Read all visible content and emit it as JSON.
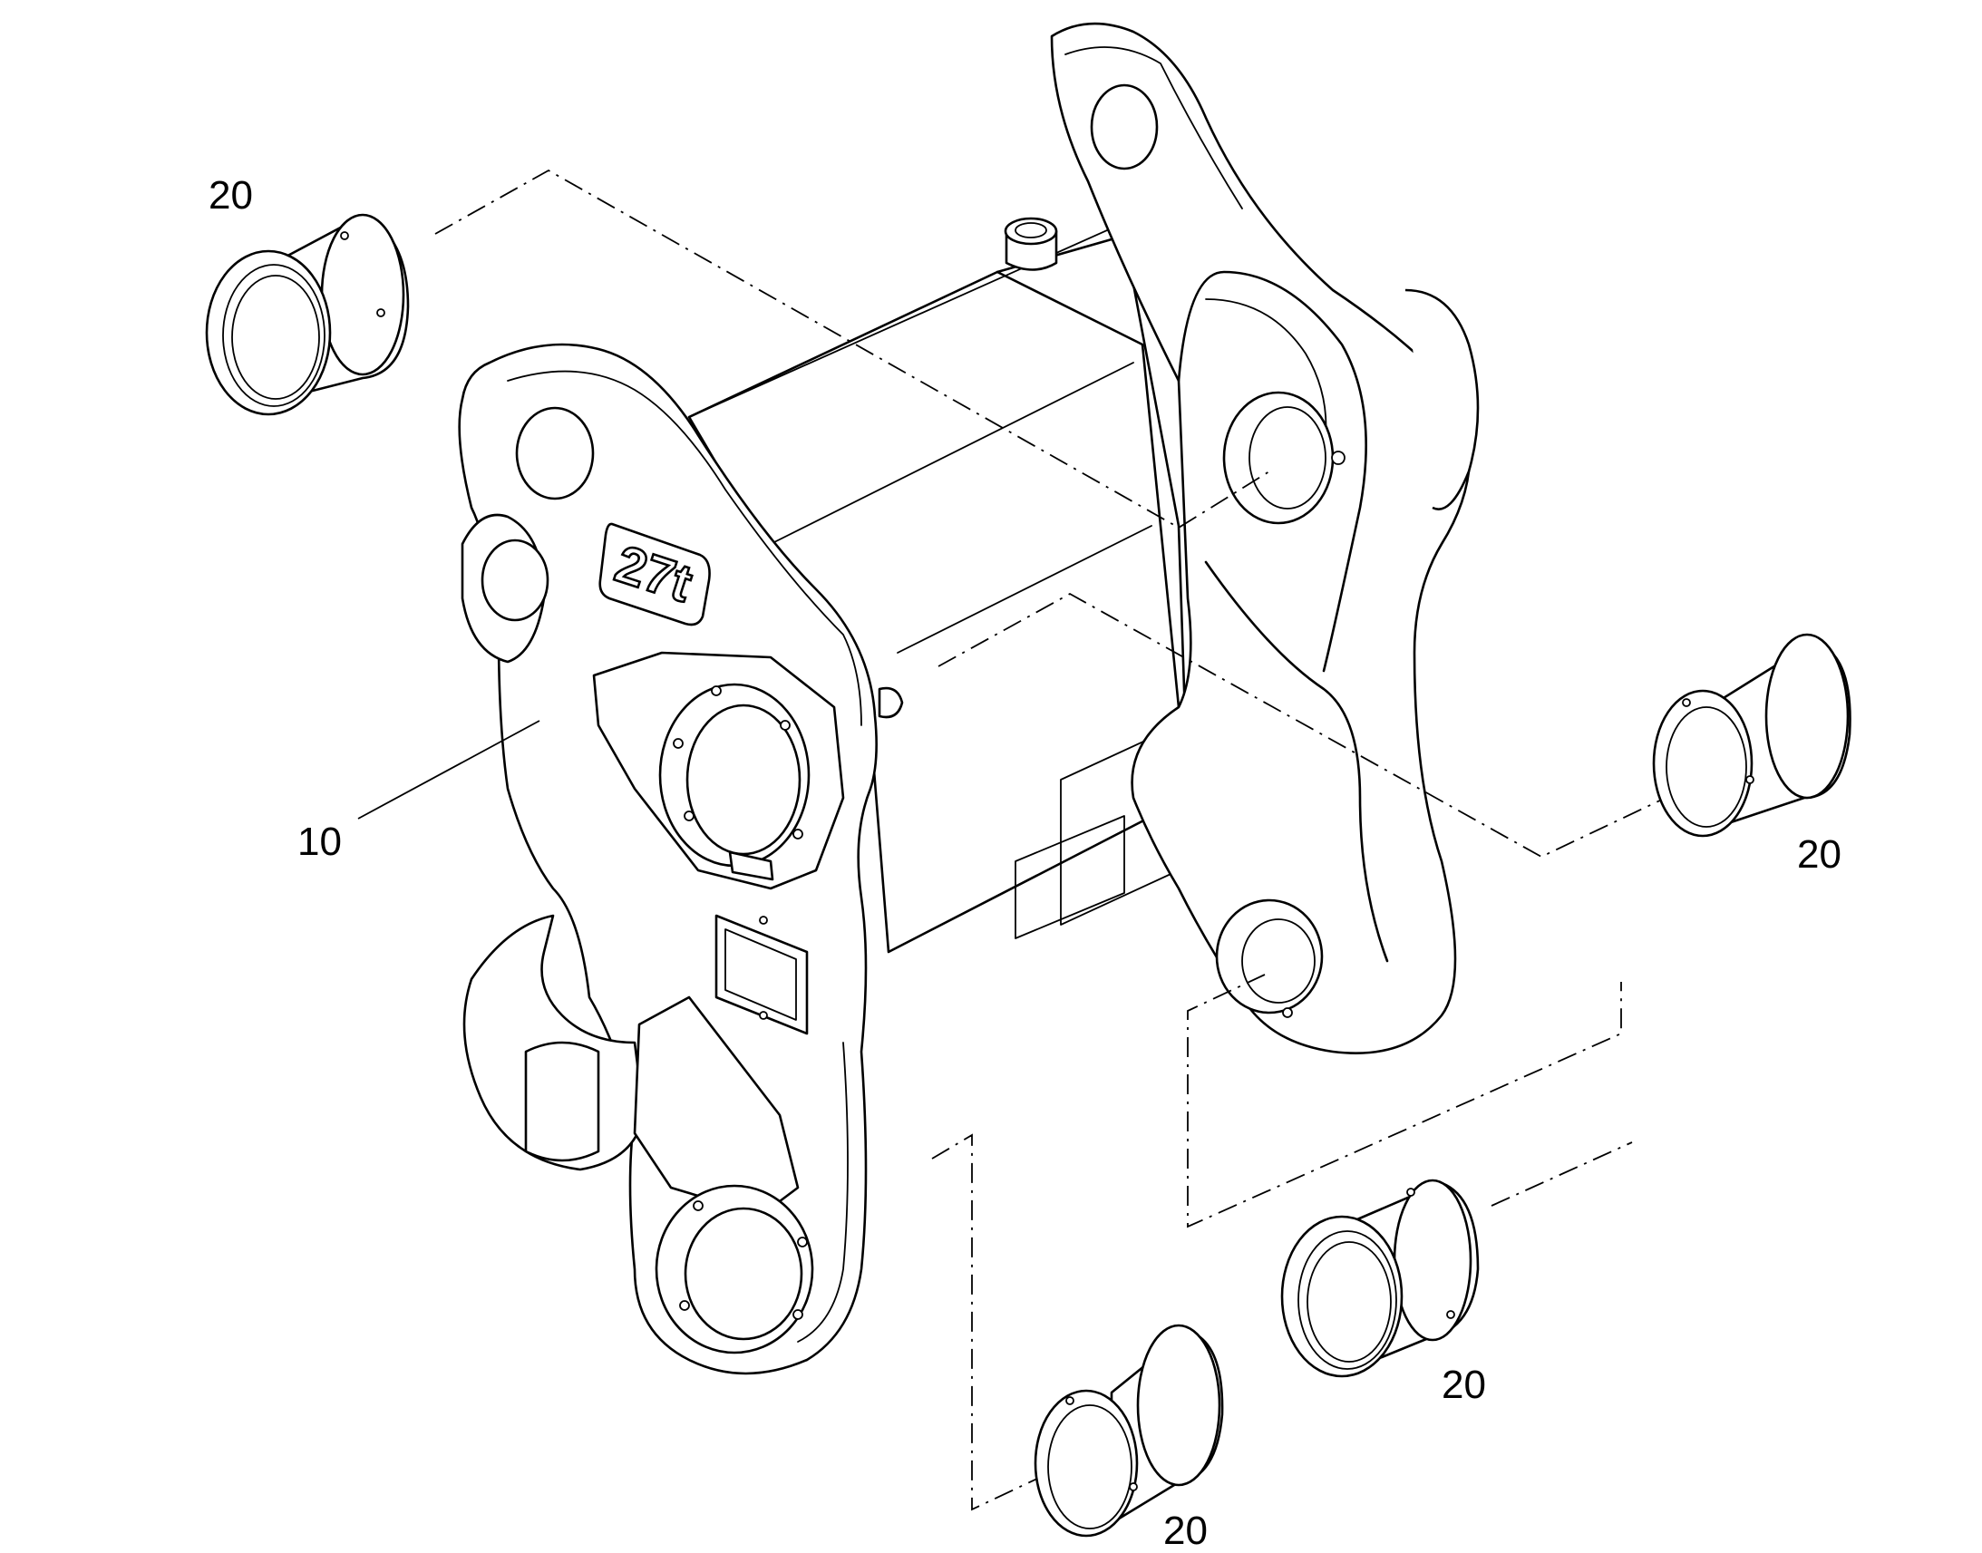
{
  "drawing": {
    "callouts": {
      "frame": "10",
      "bushing_upper_left": "20",
      "bushing_right": "20",
      "bushing_lower_middle": "20",
      "bushing_bottom": "20"
    },
    "plate_label": "27t"
  }
}
